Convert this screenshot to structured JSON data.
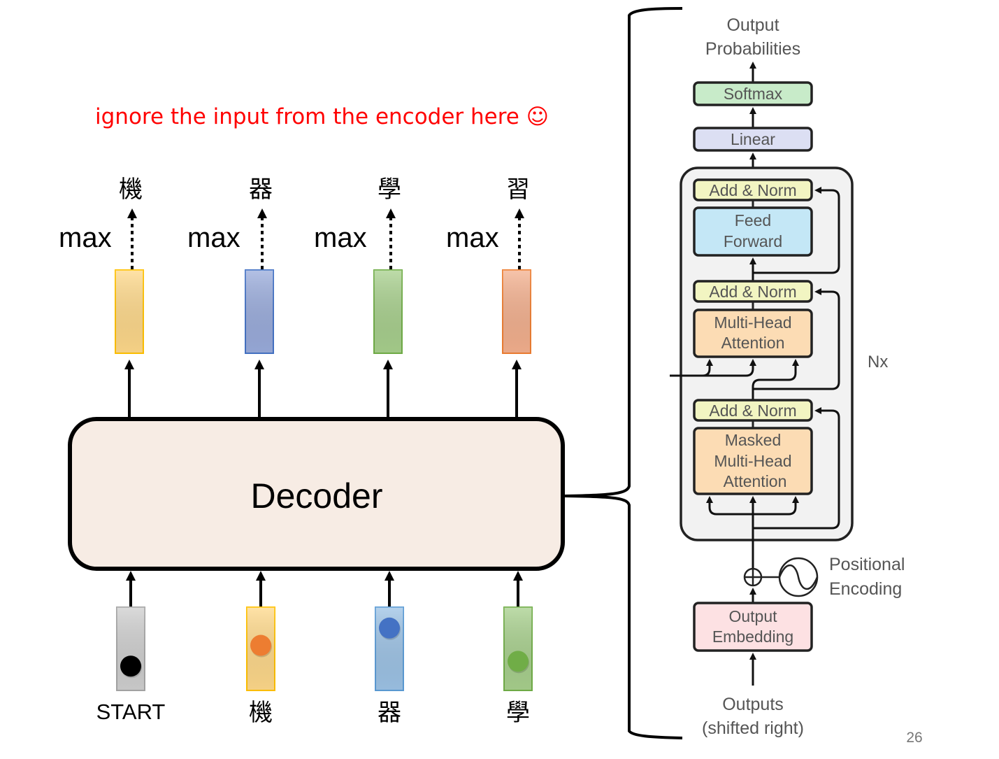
{
  "slide": {
    "note": "ignore the input from the encoder here ☺",
    "note_color": "#ff0000",
    "page_number": "26"
  },
  "decoder": {
    "label": "Decoder",
    "fill": "#f7ece4"
  },
  "outputs": [
    {
      "token": "機",
      "op": "max",
      "fill": "#ffd98a",
      "stroke": "#ffc000"
    },
    {
      "token": "器",
      "op": "max",
      "fill": "#9aacdc",
      "stroke": "#4472c4"
    },
    {
      "token": "學",
      "op": "max",
      "fill": "#a8d08d",
      "stroke": "#70ad47"
    },
    {
      "token": "習",
      "op": "max",
      "fill": "#f4b08e",
      "stroke": "#ed7d31"
    }
  ],
  "inputs": [
    {
      "token": "START",
      "fill": "#cfcfcf",
      "stroke": "#a5a5a5",
      "dot": "#000000",
      "dot_pos": 0.75
    },
    {
      "token": "機",
      "fill": "#ffd98a",
      "stroke": "#ffc000",
      "dot": "#ed7d31",
      "dot_pos": 0.45
    },
    {
      "token": "器",
      "fill": "#9dc3e6",
      "stroke": "#5b9bd5",
      "dot": "#4472c4",
      "dot_pos": 0.2
    },
    {
      "token": "學",
      "fill": "#a8d08d",
      "stroke": "#70ad47",
      "dot": "#70ad47",
      "dot_pos": 0.68
    }
  ],
  "transformer": {
    "output_probabilities": [
      "Output",
      "Probabilities"
    ],
    "softmax": "Softmax",
    "linear": "Linear",
    "add_norm": "Add & Norm",
    "feed_forward": [
      "Feed",
      "Forward"
    ],
    "multi_head_attention": [
      "Multi-Head",
      "Attention"
    ],
    "masked_attention": [
      "Masked",
      "Multi-Head",
      "Attention"
    ],
    "nx": "Nx",
    "positional_encoding": [
      "Positional",
      "Encoding"
    ],
    "output_embedding": [
      "Output",
      "Embedding"
    ],
    "outputs_label": [
      "Outputs",
      "(shifted right)"
    ],
    "colors": {
      "softmax": "#c8ebc9",
      "linear": "#dcdff3",
      "add_norm": "#f2f5c2",
      "feed_forward": "#c4e7f6",
      "attention": "#fcdcb4",
      "embedding": "#fde1e3",
      "block_bg": "#f2f2f2"
    }
  }
}
